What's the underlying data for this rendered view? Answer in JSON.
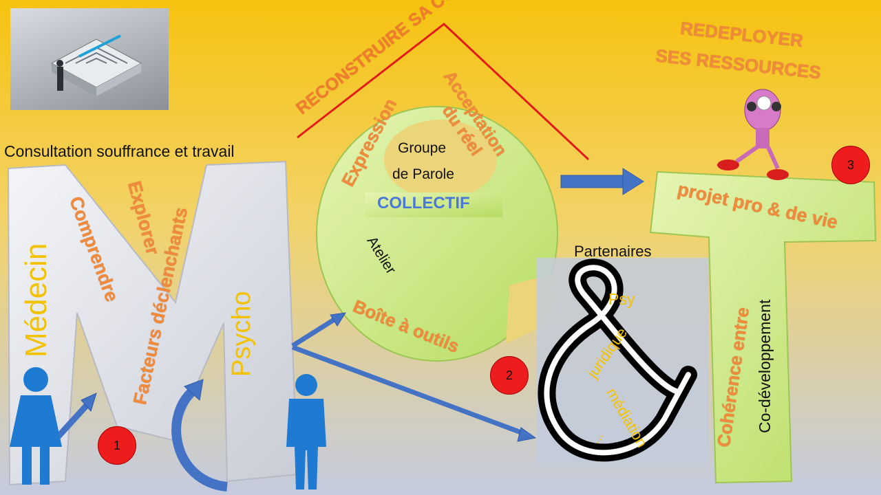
{
  "colors": {
    "background_top": "#f7c20f",
    "background_bottom": "#c4cbe0",
    "letter_green": "#c6e87a",
    "label_orange": "#f08a3c",
    "label_yellow": "#f2c200",
    "arrow_blue": "#4472c4",
    "roof_red": "#e21a1a",
    "badge_red": "#ee1c1c",
    "person_blue": "#1f7bd1"
  },
  "icons": [
    "maze-image",
    "female-person-icon",
    "male-person-icon",
    "robot-character-icon"
  ],
  "header": {
    "consultation": "Consultation souffrance et travail"
  },
  "roof": {
    "text": "RECONSTRUIRE SA CONFIANCE EN SOI"
  },
  "top_right": {
    "line1": "REDEPLOYER",
    "line2": "SES RESSOURCES"
  },
  "letter_m": {
    "medecin": "Médecin",
    "comprendre": "Comprendre",
    "explorer": "Explorer",
    "facteurs": "Facteurs déclenchants",
    "psycho": "Psycho"
  },
  "letter_e": {
    "expression": "Expression",
    "acceptation_1": "Acceptation",
    "acceptation_2": "du réel",
    "groupe_1": "Groupe",
    "groupe_2": "de Parole",
    "collectif": "COLLECTIF",
    "atelier": "Atelier",
    "boite": "Boîte à outils"
  },
  "partners": {
    "title": "Partenaires",
    "psy": "Psy",
    "juridique": "juridique",
    "mediation": "médiation",
    "etc": "..."
  },
  "letter_t": {
    "projet": "projet pro & de vie",
    "coherence": "Cohérence entre",
    "codev": "Co-développement"
  },
  "badges": {
    "one": "1",
    "two": "2",
    "three": "3"
  }
}
